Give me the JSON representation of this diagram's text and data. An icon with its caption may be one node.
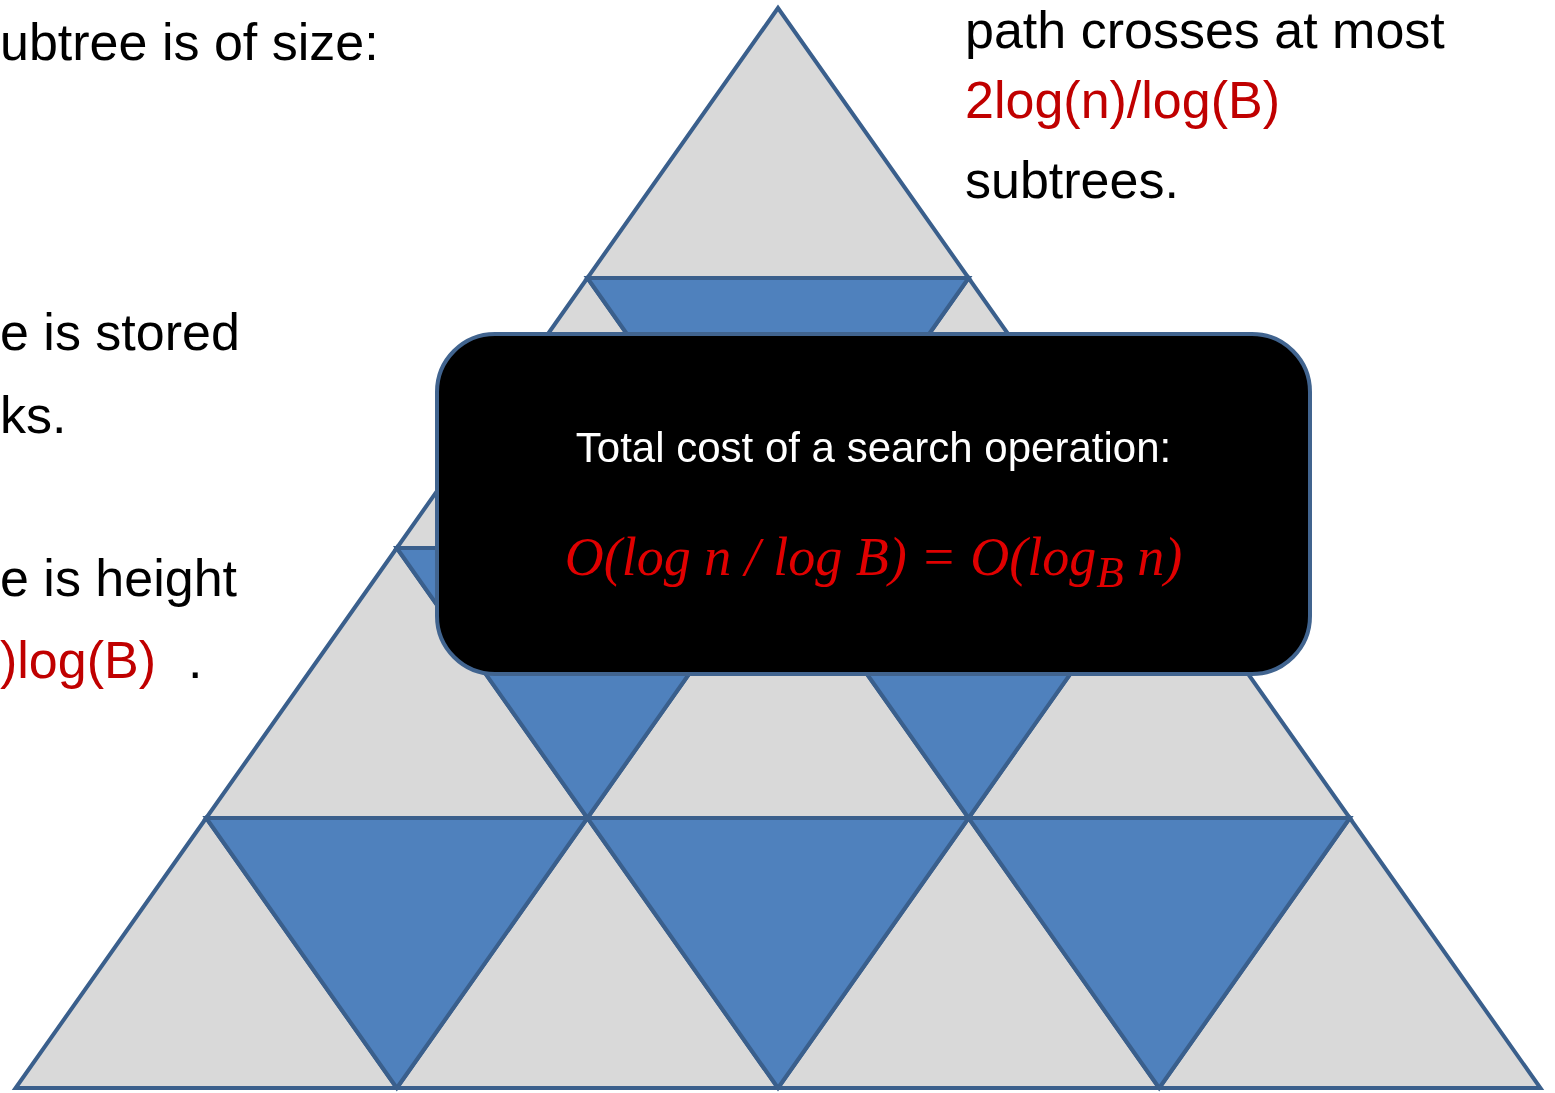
{
  "diagram": {
    "nodes": [
      {
        "text": [
          "Total cost of a search operation:",
          "O(log n / log B) = O(log$_{B}$ n)"
        ]
      }
    ],
    "labels": [
      "ubtree is of size:",
      "e is stored",
      "ks.",
      "e is height",
      ")log(B)",
      ".",
      "path crosses at most",
      "2log(n)/log(B)",
      "subtrees."
    ]
  }
}
